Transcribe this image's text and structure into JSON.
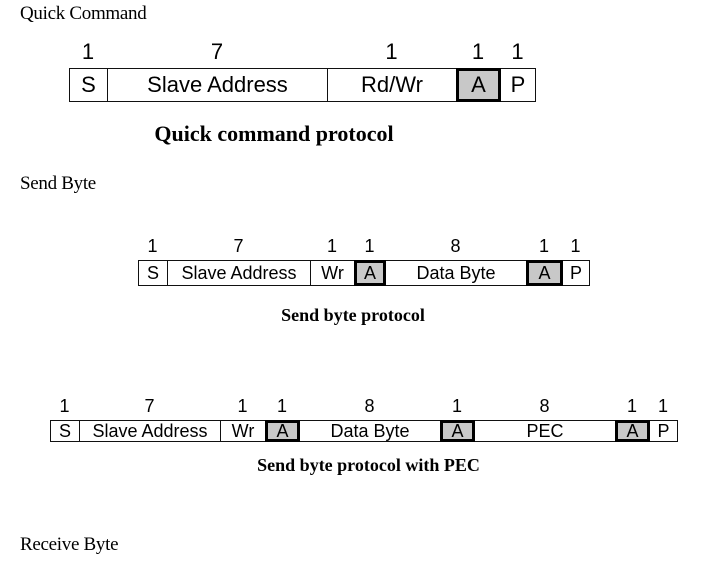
{
  "sections": {
    "quick_command": {
      "heading": "Quick Command",
      "caption": "Quick command protocol",
      "fields": [
        {
          "bits": "1",
          "label": "S",
          "ack": false
        },
        {
          "bits": "7",
          "label": "Slave Address",
          "ack": false
        },
        {
          "bits": "1",
          "label": "Rd/Wr",
          "ack": false
        },
        {
          "bits": "1",
          "label": "A",
          "ack": true
        },
        {
          "bits": "1",
          "label": "P",
          "ack": false
        }
      ]
    },
    "send_byte": {
      "heading": "Send Byte",
      "caption": "Send byte protocol",
      "fields": [
        {
          "bits": "1",
          "label": "S",
          "ack": false
        },
        {
          "bits": "7",
          "label": "Slave Address",
          "ack": false
        },
        {
          "bits": "1",
          "label": "Wr",
          "ack": false
        },
        {
          "bits": "1",
          "label": "A",
          "ack": true
        },
        {
          "bits": "8",
          "label": "Data Byte",
          "ack": false
        },
        {
          "bits": "1",
          "label": "A",
          "ack": true
        },
        {
          "bits": "1",
          "label": "P",
          "ack": false
        }
      ]
    },
    "send_byte_pec": {
      "caption": "Send byte protocol with PEC",
      "fields": [
        {
          "bits": "1",
          "label": "S",
          "ack": false
        },
        {
          "bits": "7",
          "label": "Slave Address",
          "ack": false
        },
        {
          "bits": "1",
          "label": "Wr",
          "ack": false
        },
        {
          "bits": "1",
          "label": "A",
          "ack": true
        },
        {
          "bits": "8",
          "label": "Data Byte",
          "ack": false
        },
        {
          "bits": "1",
          "label": "A",
          "ack": true
        },
        {
          "bits": "8",
          "label": "PEC",
          "ack": false
        },
        {
          "bits": "1",
          "label": "A",
          "ack": true
        },
        {
          "bits": "1",
          "label": "P",
          "ack": false
        }
      ]
    },
    "receive_byte": {
      "heading": "Receive Byte"
    }
  }
}
